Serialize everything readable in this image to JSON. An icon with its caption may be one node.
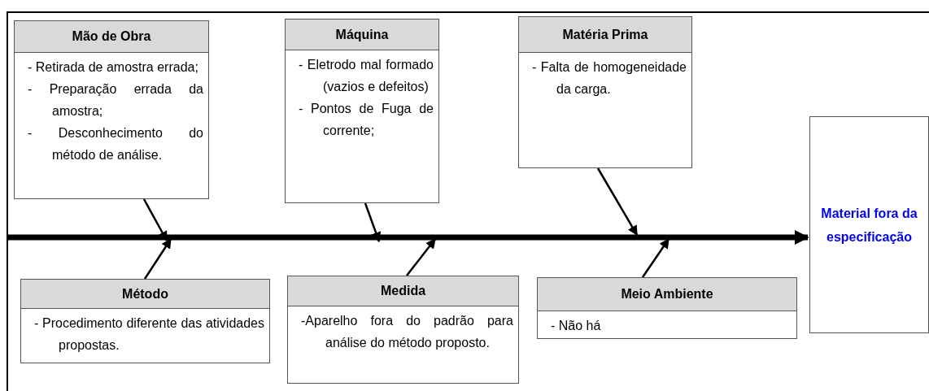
{
  "diagram": {
    "nodes": [
      {
        "text": [
          "Mão de Obra",
          "- Retirada de amostra errada;",
          "- Preparação errada da amostra;",
          "- Desconhecimento do método de análise."
        ]
      },
      {
        "text": [
          "Máquina",
          "- Eletrodo mal formado (vazios e defeitos)",
          "- Pontos de Fuga de corrente;"
        ]
      },
      {
        "text": [
          "Matéria Prima",
          "- Falta de homogeneidade da carga."
        ]
      },
      {
        "text": [
          "Método",
          "- Procedimento diferente das atividades propostas."
        ]
      },
      {
        "text": [
          "Medida",
          "-Aparelho fora do padrão para análise do método proposto."
        ]
      },
      {
        "text": [
          "Meio Ambiente",
          "- Não há"
        ]
      },
      {
        "text": [
          "Material fora da especificação"
        ]
      }
    ],
    "edges": [
      {
        "from": null,
        "to": 6,
        "arrow": "to",
        "style": "thick"
      },
      {
        "from": 0,
        "to": null,
        "arrow": "to"
      },
      {
        "from": 3,
        "to": null,
        "arrow": "to"
      },
      {
        "from": 1,
        "to": null,
        "arrow": "to"
      },
      {
        "from": 4,
        "to": null,
        "arrow": "to"
      },
      {
        "from": 2,
        "to": null,
        "arrow": "to"
      },
      {
        "from": 5,
        "to": null,
        "arrow": "to"
      }
    ]
  }
}
